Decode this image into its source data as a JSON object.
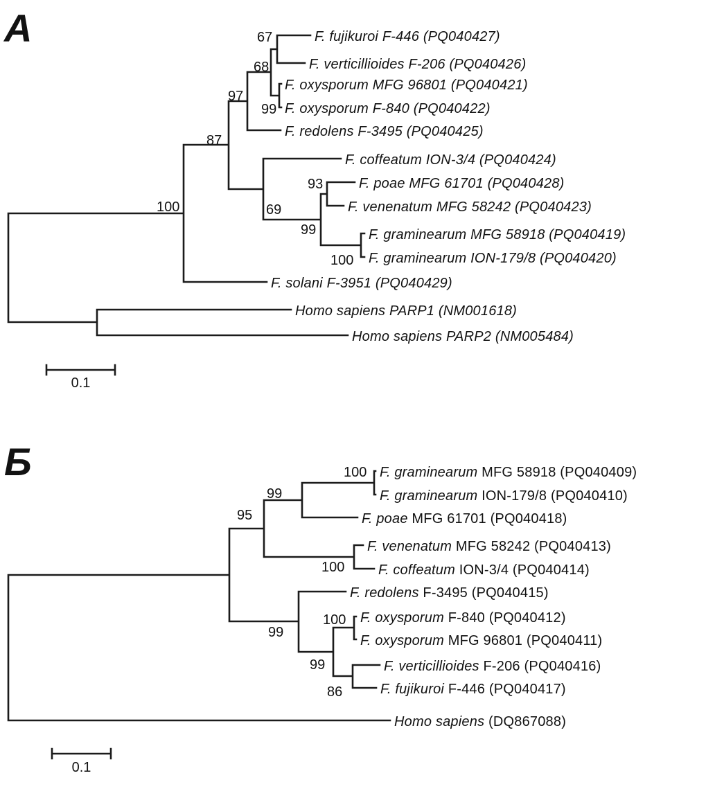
{
  "figure": {
    "background": "#ffffff",
    "line_color": "#1b1b1b"
  },
  "panel_a": {
    "label": "А",
    "scale_label": "0.1",
    "topology_newick": "(((((((F. fujikuroi F-446, F. verticillioides F-206)67, (F. oxysporum MFG 96801, F. oxysporum F-840)99)68, F. redolens F-3495)97, (F. coffeatum ION-3/4, ((F. poae MFG 61701, F. venenatum MFG 58242)93, (F. graminearum MFG 58918, F. graminearum ION-179/8)100)99)69)87, F. solani F-3951)100, (Homo sapiens PARP1, Homo sapiens PARP2));",
    "taxa": [
      {
        "text": "F. fujikuroi F-446 (PQ040427)"
      },
      {
        "text": "F. verticillioides F-206 (PQ040426)"
      },
      {
        "text": "F. oxysporum MFG 96801 (PQ040421)"
      },
      {
        "text": "F. oxysporum F-840 (PQ040422)"
      },
      {
        "text": "F. redolens F-3495 (PQ040425)"
      },
      {
        "text": "F. coffeatum ION-3/4 (PQ040424)"
      },
      {
        "text": "F. poae MFG 61701 (PQ040428)"
      },
      {
        "text": "F. venenatum MFG 58242 (PQ040423)"
      },
      {
        "text": "F. graminearum MFG 58918 (PQ040419)"
      },
      {
        "text": "F. graminearum ION-179/8 (PQ040420)"
      },
      {
        "text": "F. solani F-3951 (PQ040429)"
      },
      {
        "text": "Homo sapiens PARP1 (NM001618)"
      },
      {
        "text": "Homo sapiens PARP2 (NM005484)"
      }
    ],
    "bootstrap": {
      "fujikuroi_verticillioides": "67",
      "oxysporum_group": "68",
      "redolens_group": "97",
      "oxysporum_pair": "99",
      "core_clade": "87",
      "fusarium_clade": "100",
      "coffeatum_group": "69",
      "poae_venenatum": "93",
      "graminearum_group": "99",
      "graminearum_pair": "100"
    }
  },
  "panel_b": {
    "label": "Б",
    "scale_label": "0.1",
    "topology_newick": "((((((F. graminearum MFG 58918, F. graminearum ION-179/8)100, F. poae MFG 61701)99, (F. venenatum MFG 58242, F. coffeatum ION-3/4)100)95, (F. redolens F-3495, ((F. oxysporum F-840, F. oxysporum MFG 96801)100, (F. verticillioides F-206, F. fujikuroi F-446)86)99)99), Homo sapiens);",
    "taxa": [
      {
        "sp": "F. graminearum",
        "rest": " MFG 58918 (PQ040409)"
      },
      {
        "sp": "F. graminearum",
        "rest": " ION-179/8 (PQ040410)"
      },
      {
        "sp": "F. poae",
        "rest": " MFG 61701 (PQ040418)"
      },
      {
        "sp": "F. venenatum",
        "rest": " MFG 58242 (PQ040413)"
      },
      {
        "sp": "F. coffeatum",
        "rest": " ION-3/4 (PQ040414)"
      },
      {
        "sp": "F. redolens",
        "rest": " F-3495 (PQ040415)"
      },
      {
        "sp": "F. oxysporum",
        "rest": " F-840 (PQ040412)"
      },
      {
        "sp": "F. oxysporum",
        "rest": " MFG 96801 (PQ040411)"
      },
      {
        "sp": "F. verticillioides",
        "rest": " F-206 (PQ040416)"
      },
      {
        "sp": "F. fujikuroi",
        "rest": " F-446 (PQ040417)"
      },
      {
        "sp": "Homo sapiens",
        "rest": " (DQ867088)"
      }
    ],
    "bootstrap": {
      "graminearum_pair": "100",
      "graminearum_poae": "99",
      "upper_clade": "95",
      "venenatum_coffeatum": "100",
      "redolens_group": "99",
      "oxysporum_pair": "100",
      "oxysporum_fujikuroi_group": "99",
      "verticillioides_fujikuroi": "86"
    }
  }
}
